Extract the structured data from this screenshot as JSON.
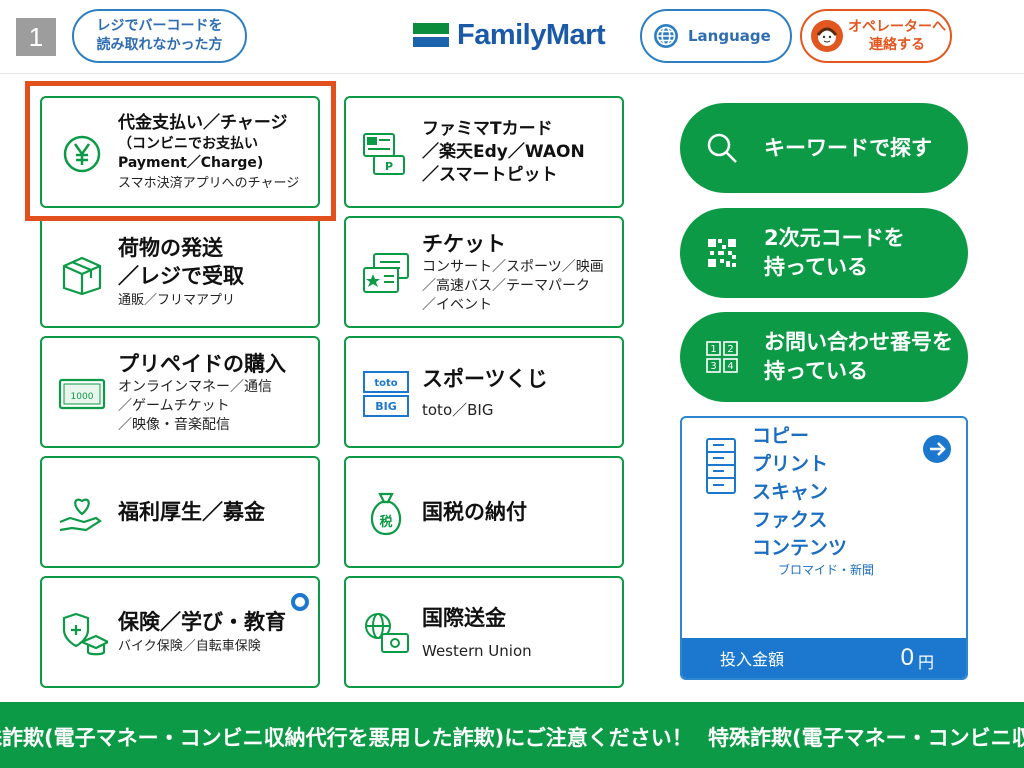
{
  "header": {
    "page_number": "1",
    "scan_help": [
      "レジでバーコードを",
      "読み取れなかった方"
    ],
    "logo_text": "FamilyMart",
    "language_label": "Language",
    "operator_label": [
      "オペレーターへ",
      "連絡する"
    ]
  },
  "tiles": {
    "payment": {
      "title": "代金支払い／チャージ",
      "sub1": "（コンビニでお支払い",
      "sub2": "Payment／Charge)",
      "note": "スマホ決済アプリへのチャージ",
      "icon": "yen-icon"
    },
    "cards": {
      "line1": "ファミマTカード",
      "line2": "／楽天Edy／WAON",
      "line3": "／スマートピット",
      "icon": "card-reader-icon"
    },
    "shipping": {
      "line1": "荷物の発送",
      "line2": "／レジで受取",
      "note": "通販／フリマアプリ",
      "icon": "package-icon"
    },
    "ticket": {
      "title": "チケット",
      "line1": "コンサート／スポーツ／映画",
      "line2": "／高速バス／テーマパーク",
      "line3": "／イベント",
      "icon": "ticket-icon"
    },
    "prepaid": {
      "title": "プリペイドの購入",
      "line1": "オンラインマネー／通信",
      "line2": "／ゲームチケット",
      "line3": "／映像・音楽配信",
      "icon": "prepaid-card-icon"
    },
    "sports": {
      "title": "スポーツくじ",
      "note": "toto／BIG",
      "icon": "toto-big-icon"
    },
    "welfare": {
      "title": "福利厚生／募金",
      "icon": "heart-hand-icon"
    },
    "tax": {
      "title": "国税の納付",
      "icon": "tax-bag-icon"
    },
    "insurance": {
      "title": "保険／学び・教育",
      "note": "バイク保険／自転車保険",
      "icon": "shield-graduation-icon"
    },
    "remit": {
      "title": "国際送金",
      "note": "Western Union",
      "icon": "globe-money-icon"
    }
  },
  "actions": {
    "keyword": "キーワードで探す",
    "qr": [
      "2次元コードを",
      "持っている"
    ],
    "inquiry": [
      "お問い合わせ番号を",
      "持っている"
    ]
  },
  "copy_panel": {
    "items": [
      "コピー",
      "プリント",
      "スキャン",
      "ファクス",
      "コンテンツ"
    ],
    "sub": "ブロマイド・新聞",
    "deposit_label": "投入金額",
    "deposit_amount": "0",
    "deposit_unit": "円"
  },
  "ticker": {
    "text": "特殊詐欺(電子マネー・コンビニ収納代行を悪用した詐欺)にご注意ください！"
  },
  "colors": {
    "green": "#0d9a46",
    "blue": "#1c78cf",
    "orange": "#e2501d",
    "logo_blue": "#1a5aa8"
  }
}
